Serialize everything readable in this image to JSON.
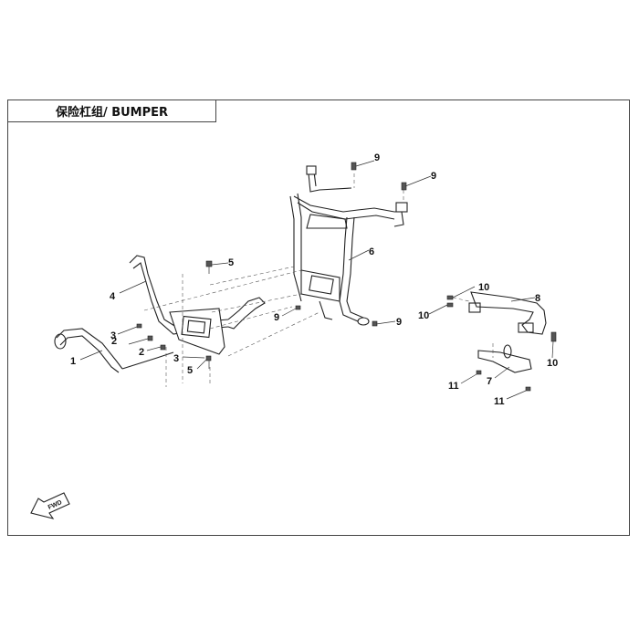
{
  "title": "保险杠组/ BUMPER",
  "fwd_label": "FWD",
  "callouts": {
    "c1": "1",
    "c2a": "2",
    "c2b": "2",
    "c3a": "3",
    "c3b": "3",
    "c4": "4",
    "c5a": "5",
    "c5b": "5",
    "c6": "6",
    "c7": "7",
    "c8": "8",
    "c9a": "9",
    "c9b": "9",
    "c9c": "9",
    "c9d": "9",
    "c10a": "10",
    "c10b": "10",
    "c10c": "10",
    "c11a": "11",
    "c11b": "11"
  }
}
